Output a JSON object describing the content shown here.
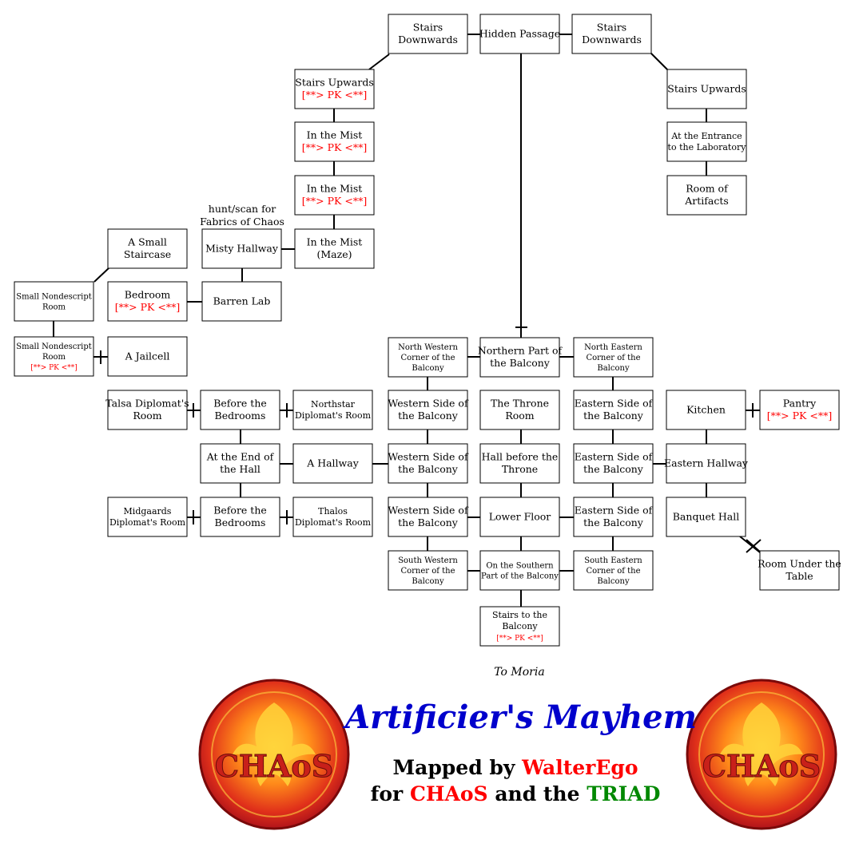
{
  "rooms": [
    {
      "id": "stairs_down_w",
      "lines": [
        "Stairs",
        "Downwards"
      ]
    },
    {
      "id": "hidden_passage",
      "lines": [
        "Hidden Passage"
      ]
    },
    {
      "id": "stairs_down_e",
      "lines": [
        "Stairs",
        "Downwards"
      ]
    },
    {
      "id": "stairs_up_w",
      "lines": [
        "Stairs Upwards"
      ],
      "pk": "[**> PK <**]"
    },
    {
      "id": "stairs_up_e",
      "lines": [
        "Stairs Upwards"
      ]
    },
    {
      "id": "mist1",
      "lines": [
        "In the Mist"
      ],
      "pk": "[**> PK <**]"
    },
    {
      "id": "lab_entrance",
      "lines": [
        "At the Entrance",
        "to the Laboratory"
      ]
    },
    {
      "id": "mist2",
      "lines": [
        "In the Mist"
      ],
      "pk": "[**> PK <**]"
    },
    {
      "id": "artifacts",
      "lines": [
        "Room of",
        "Artifacts"
      ]
    },
    {
      "id": "small_staircase",
      "lines": [
        "A Small",
        "Staircase"
      ]
    },
    {
      "id": "misty_hallway",
      "lines": [
        "Misty Hallway"
      ]
    },
    {
      "id": "mist_maze",
      "lines": [
        "In the Mist",
        "(Maze)"
      ]
    },
    {
      "id": "nondescript1",
      "lines": [
        "Small Nondescript",
        "Room"
      ]
    },
    {
      "id": "bedroom",
      "lines": [
        "Bedroom"
      ],
      "pk": "[**> PK <**]"
    },
    {
      "id": "barren_lab",
      "lines": [
        "Barren Lab"
      ]
    },
    {
      "id": "nondescript2",
      "lines": [
        "Small Nondescript",
        "Room"
      ],
      "pk": "[**> PK <**]"
    },
    {
      "id": "jailcell",
      "lines": [
        "A Jailcell"
      ]
    },
    {
      "id": "nw_corner",
      "lines": [
        "North Western",
        "Corner of the",
        "Balcony"
      ]
    },
    {
      "id": "northern_balcony",
      "lines": [
        "Northern Part of",
        "the Balcony"
      ]
    },
    {
      "id": "ne_corner",
      "lines": [
        "North Eastern",
        "Corner of the",
        "Balcony"
      ]
    },
    {
      "id": "talsa",
      "lines": [
        "Talsa Diplomat's",
        "Room"
      ]
    },
    {
      "id": "before_bedrooms1",
      "lines": [
        "Before the",
        "Bedrooms"
      ]
    },
    {
      "id": "northstar",
      "lines": [
        "Northstar",
        "Diplomat's Room"
      ]
    },
    {
      "id": "west_side1",
      "lines": [
        "Western Side of",
        "the Balcony"
      ]
    },
    {
      "id": "throne_room",
      "lines": [
        "The Throne",
        "Room"
      ]
    },
    {
      "id": "east_side1",
      "lines": [
        "Eastern Side of",
        "the Balcony"
      ]
    },
    {
      "id": "kitchen",
      "lines": [
        "Kitchen"
      ]
    },
    {
      "id": "pantry",
      "lines": [
        "Pantry"
      ],
      "pk": "[**> PK <**]"
    },
    {
      "id": "end_of_hall",
      "lines": [
        "At the End of",
        "the Hall"
      ]
    },
    {
      "id": "a_hallway",
      "lines": [
        "A Hallway"
      ]
    },
    {
      "id": "west_side2",
      "lines": [
        "Western Side of",
        "the Balcony"
      ]
    },
    {
      "id": "hall_before_throne",
      "lines": [
        "Hall before the",
        "Throne"
      ]
    },
    {
      "id": "east_side2",
      "lines": [
        "Eastern Side of",
        "the Balcony"
      ]
    },
    {
      "id": "eastern_hallway",
      "lines": [
        "Eastern Hallway"
      ]
    },
    {
      "id": "midgaards",
      "lines": [
        "Midgaards",
        "Diplomat's Room"
      ]
    },
    {
      "id": "before_bedrooms2",
      "lines": [
        "Before the",
        "Bedrooms"
      ]
    },
    {
      "id": "thalos",
      "lines": [
        "Thalos",
        "Diplomat's Room"
      ]
    },
    {
      "id": "west_side3",
      "lines": [
        "Western Side of",
        "the Balcony"
      ]
    },
    {
      "id": "lower_floor",
      "lines": [
        "Lower Floor"
      ]
    },
    {
      "id": "east_side3",
      "lines": [
        "Eastern Side of",
        "the Balcony"
      ]
    },
    {
      "id": "banquet_hall",
      "lines": [
        "Banquet Hall"
      ]
    },
    {
      "id": "sw_corner",
      "lines": [
        "South Western",
        "Corner of the",
        "Balcony"
      ]
    },
    {
      "id": "southern_balcony",
      "lines": [
        "On the Southern",
        "Part of the Balcony"
      ]
    },
    {
      "id": "se_corner",
      "lines": [
        "South Eastern",
        "Corner of the",
        "Balcony"
      ]
    },
    {
      "id": "under_table",
      "lines": [
        "Room Under the",
        "Table"
      ]
    },
    {
      "id": "stairs_balcony",
      "lines": [
        "Stairs to the",
        "Balcony"
      ],
      "pk": "[**> PK <**]"
    }
  ],
  "annotations": {
    "hunt_note": [
      "hunt/scan for",
      "Fabrics of Chaos"
    ],
    "to_moria": "To Moria"
  },
  "footer": {
    "title": "Artificier's Mayhem",
    "mapped_by": "Mapped by",
    "author": "WalterEgo",
    "for": "for",
    "guild": "CHAoS",
    "and_the": "and the",
    "triad": "TRIAD",
    "logo_text": "CHAoS"
  },
  "colors": {
    "pk": "#ff0000",
    "title": "#0000cc",
    "author": "#ff0000",
    "triad": "#008800"
  }
}
